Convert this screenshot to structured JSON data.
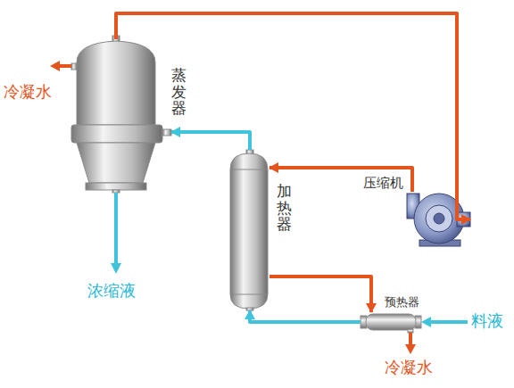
{
  "diagram": {
    "nodes": [
      {
        "text": [
          "蒸发器"
        ]
      },
      {
        "text": [
          "加热器"
        ]
      },
      {
        "text": [
          "压缩机"
        ]
      },
      {
        "text": [
          "预热器"
        ]
      }
    ],
    "edges": [
      {
        "from": 0,
        "to": 2,
        "arrow": "to"
      },
      {
        "from": 2,
        "to": 1,
        "arrow": "to"
      },
      {
        "from": 1,
        "to": 3,
        "arrow": "to"
      },
      {
        "from": 3,
        "to": 1,
        "arrow": "to"
      },
      {
        "from": 1,
        "to": 0,
        "arrow": "to"
      }
    ],
    "labels": [
      "冷凝水",
      "浓缩液",
      "料液",
      "冷凝水"
    ]
  }
}
